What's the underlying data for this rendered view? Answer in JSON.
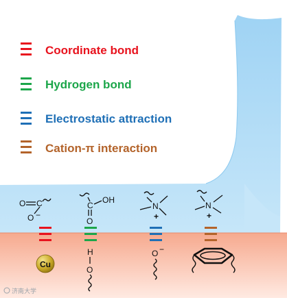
{
  "legend": [
    {
      "label": "Coordinate  bond",
      "color": "#e8121d"
    },
    {
      "label": "Hydrogen bond",
      "color": "#1ca64a"
    },
    {
      "label": "Electrostatic attraction",
      "color": "#1e6fb6"
    },
    {
      "label": "Cation-π interaction",
      "color": "#b3632a"
    }
  ],
  "colors": {
    "fluid": "#a8d8f5",
    "surface_top": "#f6a98e",
    "surface_bottom": "#ffeae2",
    "copper": "#c8a826"
  },
  "molecules": {
    "carboxylate": {
      "o_double": "O",
      "c": "C",
      "o_minus": "O",
      "minus": "−"
    },
    "carboxylic_acid": {
      "c": "C",
      "oh": "OH",
      "o": "O"
    },
    "ammonium_left": {
      "n": "N",
      "plus": "+"
    },
    "ammonium_right": {
      "n": "N",
      "plus": "+"
    }
  },
  "surface_groups": {
    "copper_ion": "Cu",
    "hydroxyl_h": "H",
    "hydroxyl_o": "O",
    "oxide_o": "O",
    "oxide_minus": "−"
  },
  "watermark": "济南大学"
}
